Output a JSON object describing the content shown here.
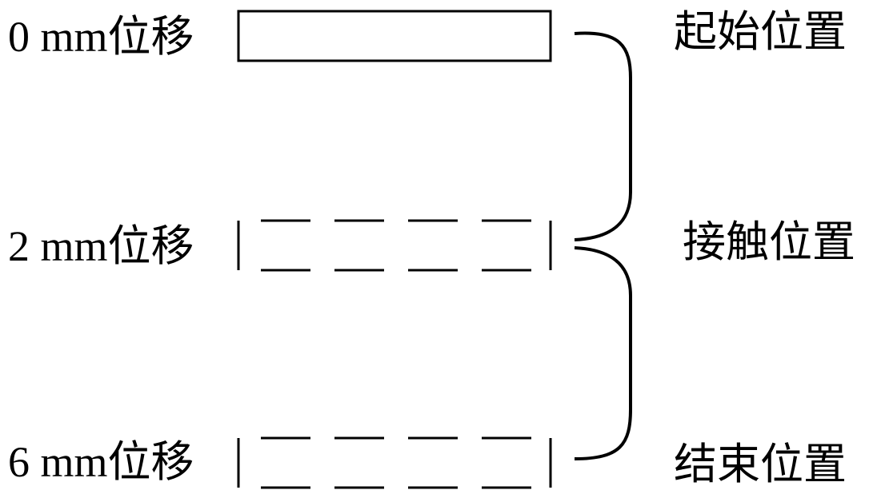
{
  "rows": [
    {
      "displacement": "0 mm位移",
      "state": "solid",
      "position_label": "起始位置"
    },
    {
      "displacement": "2 mm位移",
      "state": "dashed",
      "position_label": "接触位置"
    },
    {
      "displacement": "6 mm位移",
      "state": "dashed",
      "position_label": "结束位置"
    }
  ],
  "colors": {
    "stroke": "#000000",
    "background": "#ffffff"
  }
}
